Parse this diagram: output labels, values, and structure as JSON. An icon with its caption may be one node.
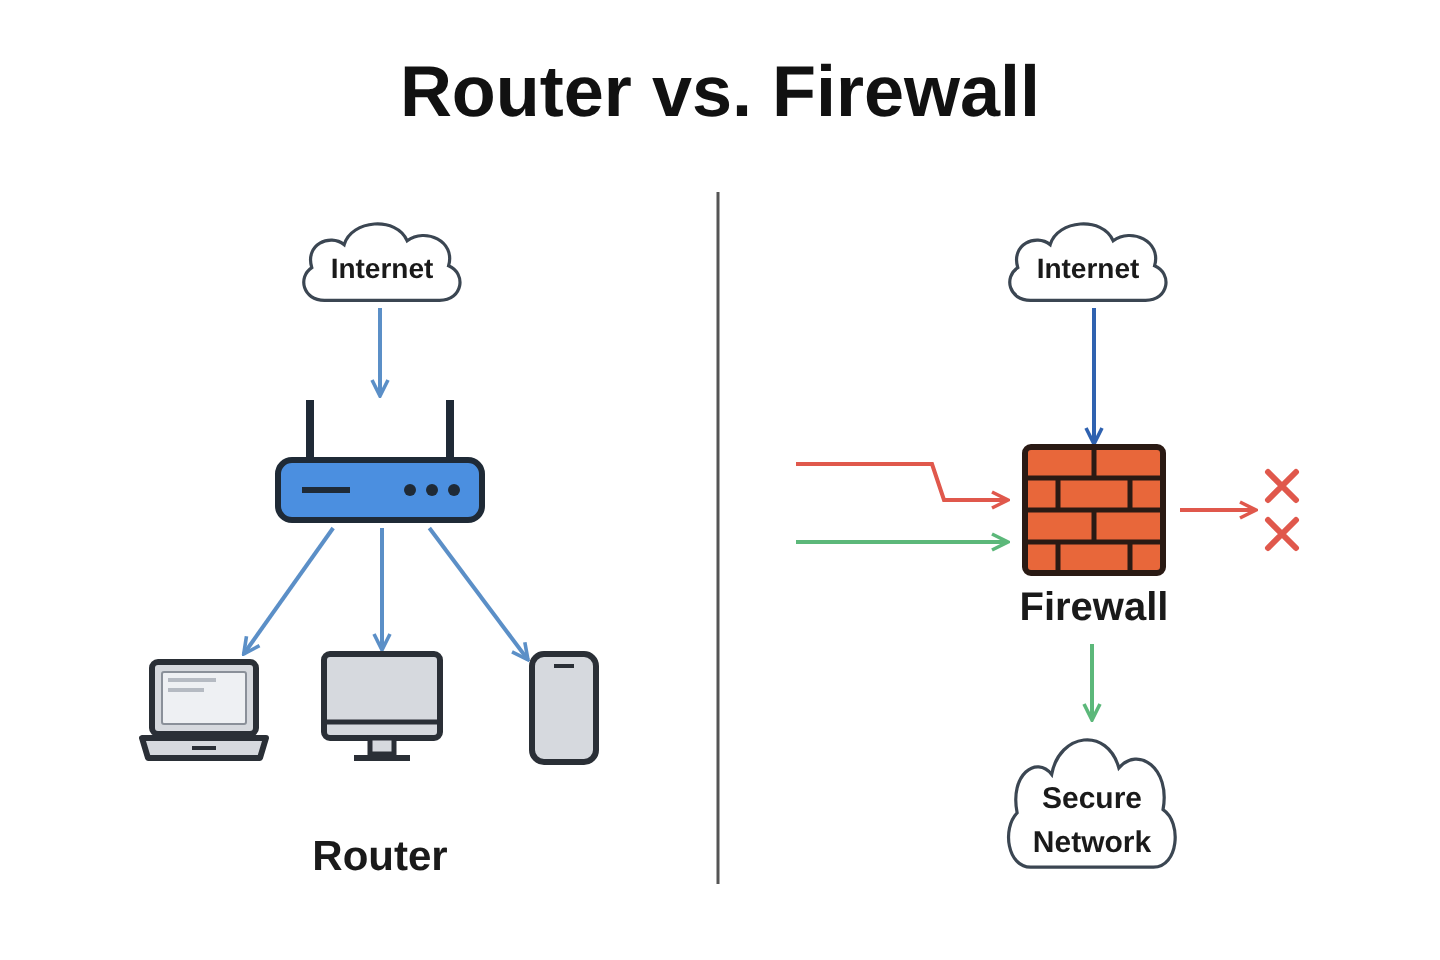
{
  "diagram": {
    "title": "Router vs. Firewall",
    "nodes": [
      {
        "text": [
          "Internet"
        ]
      },
      {
        "text": [],
        "shape": "picture"
      },
      {
        "text": [],
        "shape": "picture"
      },
      {
        "text": [],
        "shape": "picture"
      },
      {
        "text": [],
        "shape": "picture"
      },
      {
        "text": [
          "Internet"
        ]
      },
      {
        "text": [
          "Firewall"
        ]
      },
      {
        "text": [],
        "shape": "cross"
      },
      {
        "text": [
          "Secure Network"
        ]
      }
    ],
    "edges": [
      {
        "from": 0,
        "to": 1,
        "arrow": "to",
        "color": "#5b8fc7"
      },
      {
        "from": 1,
        "to": 2,
        "arrow": "to",
        "color": "#5b8fc7"
      },
      {
        "from": 1,
        "to": 3,
        "arrow": "to",
        "color": "#5b8fc7"
      },
      {
        "from": 1,
        "to": 4,
        "arrow": "to",
        "color": "#5b8fc7"
      },
      {
        "from": 5,
        "to": 6,
        "arrow": "to",
        "color": "#2f62b0"
      },
      {
        "from": null,
        "to": 6,
        "arrow": "to",
        "color": "#e0584c"
      },
      {
        "from": null,
        "to": 6,
        "arrow": "to",
        "color": "#5cb87a"
      },
      {
        "from": 6,
        "to": 7,
        "arrow": "to",
        "color": "#e0584c"
      },
      {
        "from": 6,
        "to": 8,
        "arrow": "to",
        "color": "#5cb87a"
      }
    ],
    "labels": [
      "Router"
    ]
  }
}
